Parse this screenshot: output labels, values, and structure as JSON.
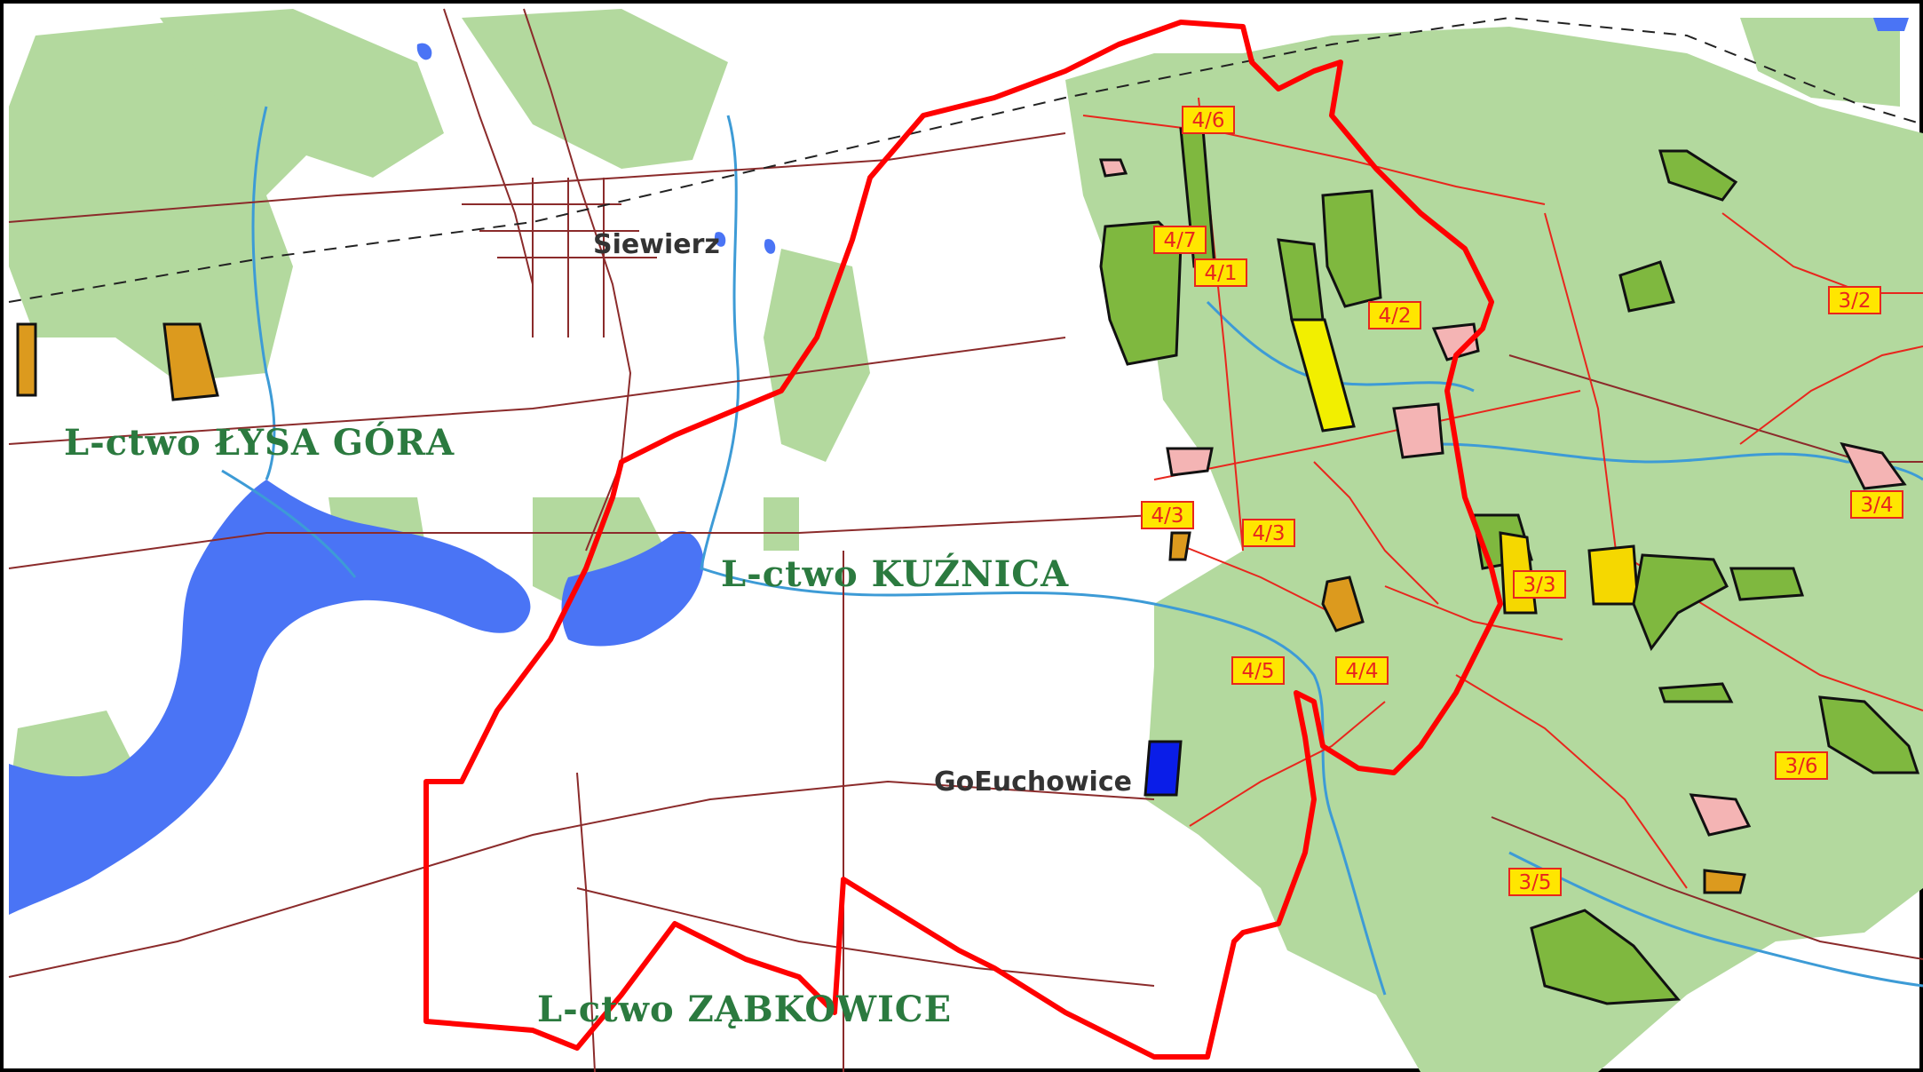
{
  "map": {
    "colors": {
      "forest": "#b3d99e",
      "water": "#4a74f5",
      "boundary": "#ff0000",
      "road": "#8b2b2b",
      "stream": "#3d9bd6",
      "tag_fill": "#ffe600",
      "tag_text": "#e8261d"
    },
    "towns": {
      "siewierz": "Siewierz",
      "goeuchowice": "GoEuchowice"
    },
    "forestries": {
      "lysa_gora": "L-ctwo ŁYSA GÓRA",
      "kuznica": "L-ctwo KUŹNICA",
      "zabkowice": "L-ctwo ZĄBKOWICE"
    },
    "compartments": [
      "4/6",
      "4/7",
      "4/1",
      "4/2",
      "3/2",
      "4/3",
      "4/3",
      "3/4",
      "3/3",
      "4/5",
      "4/4",
      "3/6",
      "3/5"
    ]
  }
}
